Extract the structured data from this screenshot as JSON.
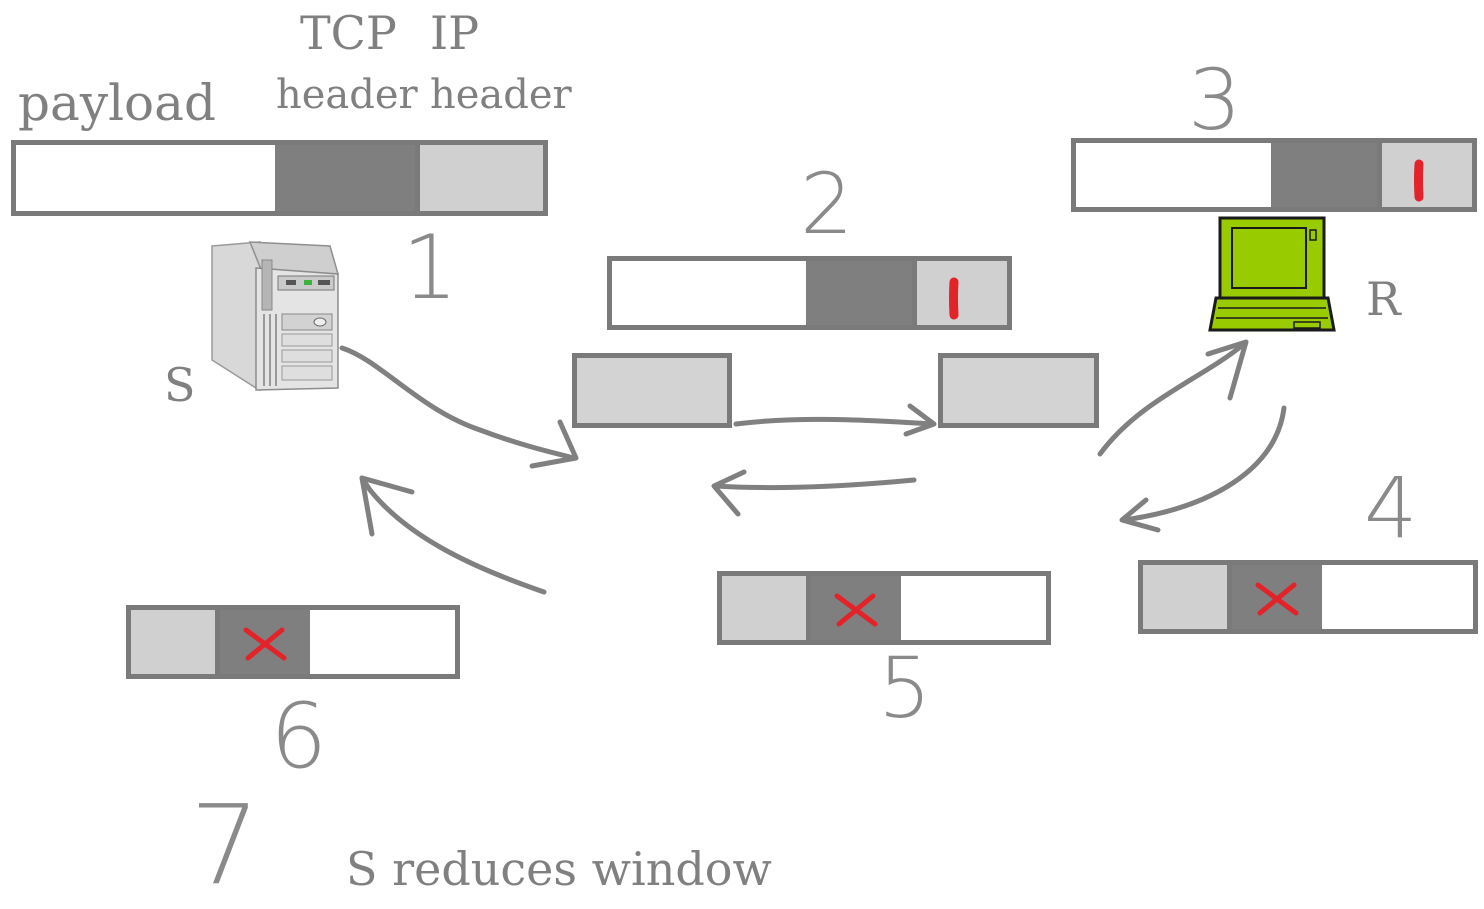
{
  "labels": {
    "payload": "payload",
    "tcp_top": "TCP",
    "tcp_bottom": "header",
    "ip_top": "IP",
    "ip_bottom": "header",
    "sender": "S",
    "receiver": "R",
    "step7_text": "S reduces window"
  },
  "steps": [
    "1",
    "2",
    "3",
    "4",
    "5",
    "6",
    "7"
  ],
  "colors": {
    "line": "#808080",
    "tcp_header": "#7f7f7f",
    "ip_header": "#d0d0d0",
    "mark": "#e3232a",
    "laptop": "#99cc00"
  },
  "icons": {
    "sender": "server-tower-icon",
    "receiver": "laptop-icon",
    "ecn_mark": "ecn-mark-icon",
    "cross": "cross-mark-icon"
  }
}
